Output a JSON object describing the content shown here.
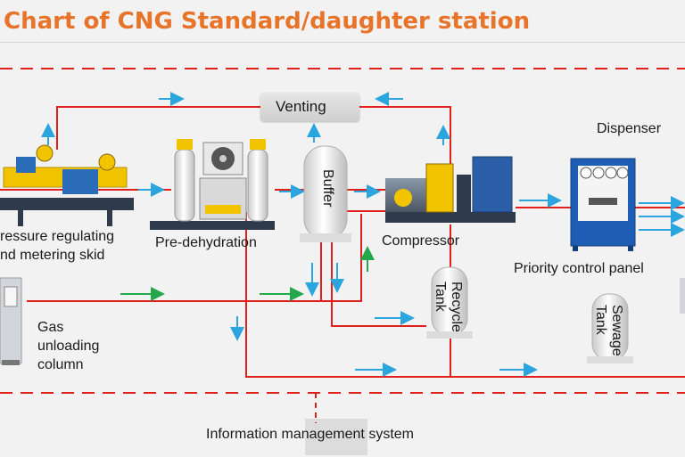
{
  "title": "Chart of CNG Standard/daughter station",
  "nodes": {
    "venting": "Venting",
    "dispenser": "Dispenser",
    "pressure_skid_line1": "ressure regulating",
    "pressure_skid_line2": "nd metering skid",
    "pre_dehydration": "Pre-dehydration",
    "buffer": "Buffer",
    "compressor": "Compressor",
    "priority_panel": "Priority control panel",
    "recycle_tank_line1": "Recycle",
    "recycle_tank_line2": "Tank",
    "sewage_tank_line1": "Sewage",
    "sewage_tank_line2": "Tank",
    "gas_unloading_line1": "Gas",
    "gas_unloading_line2": "unloading",
    "gas_unloading_line3": "column",
    "info_system": "Information management system"
  },
  "colors": {
    "title": "#e8742a",
    "gas_line": "#e0201c",
    "flow_arrow": "#2aa5de",
    "return_arrow": "#22a84a",
    "boundary": "#e0201c"
  }
}
